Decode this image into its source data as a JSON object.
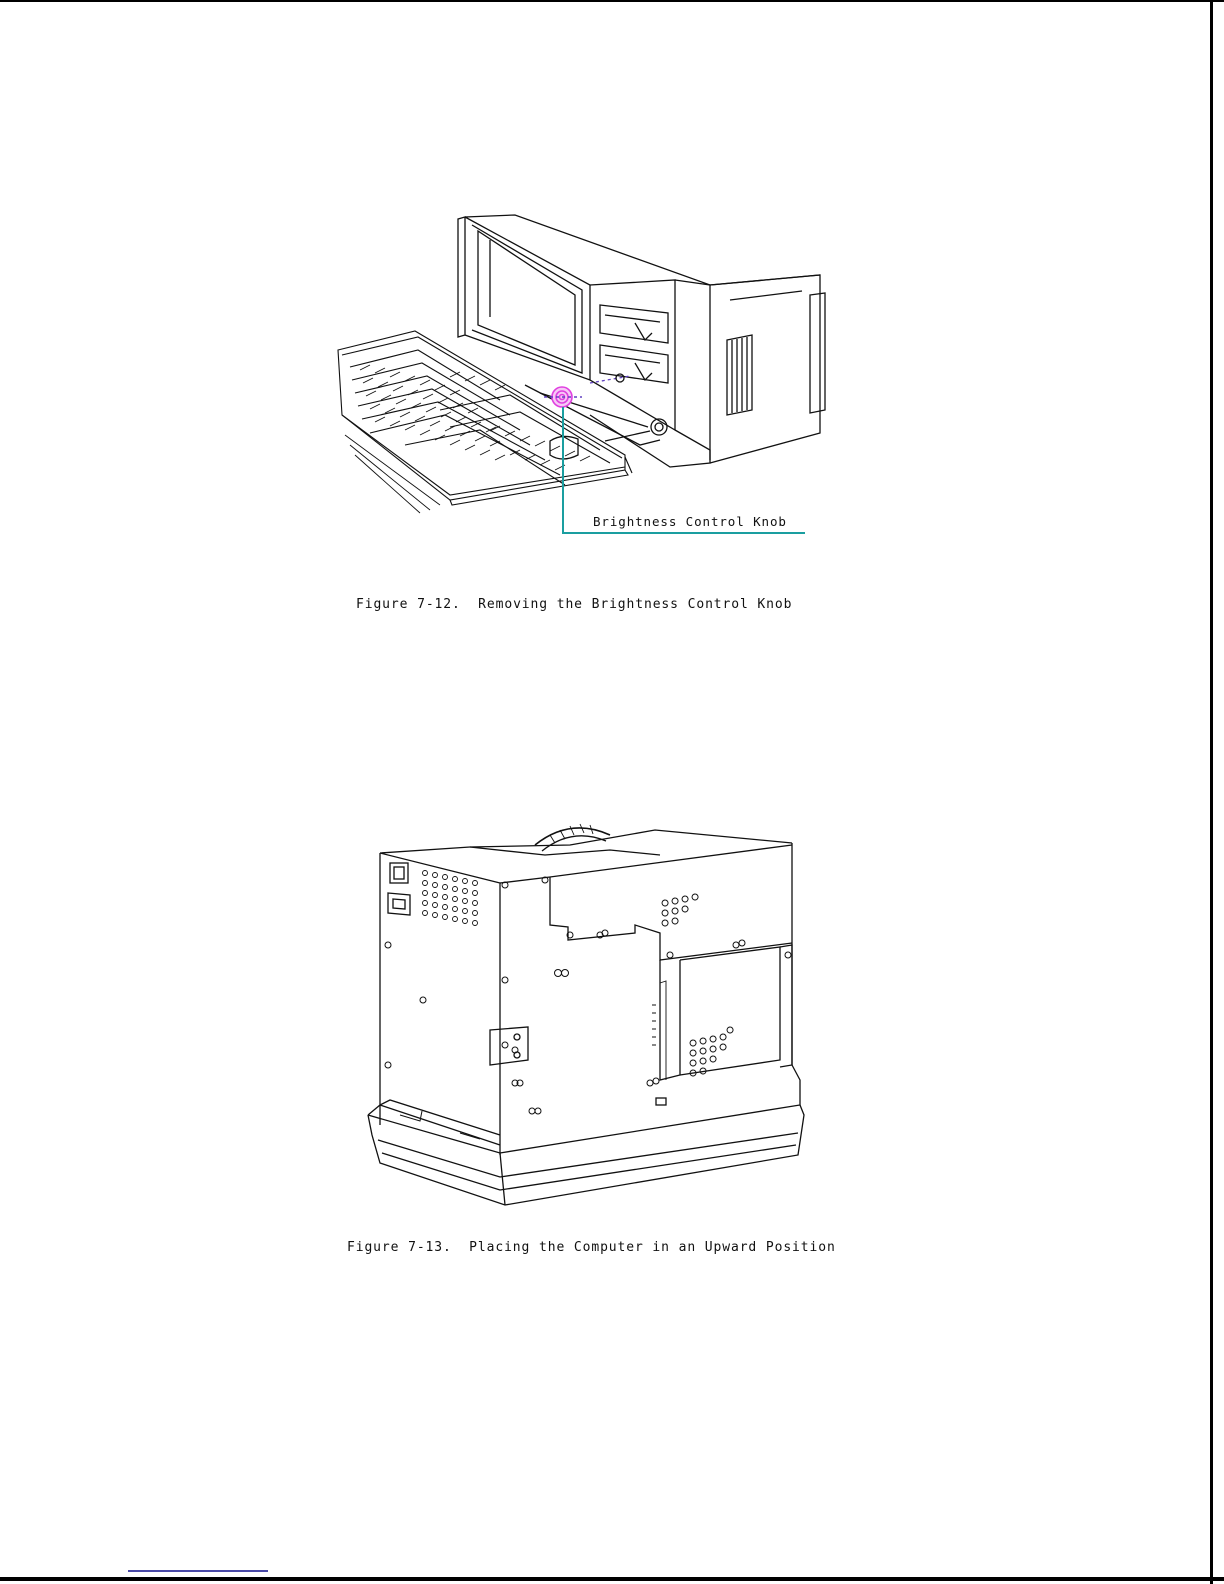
{
  "figures": [
    {
      "caption": "Figure 7-12.  Removing the Brightness Control Knob",
      "callout": "Brightness Control Knob",
      "highlight_color": "#e040e0",
      "leader_color": "#1a9ea0"
    },
    {
      "caption": "Figure 7-13.  Placing the Computer in an Upward Position"
    }
  ]
}
